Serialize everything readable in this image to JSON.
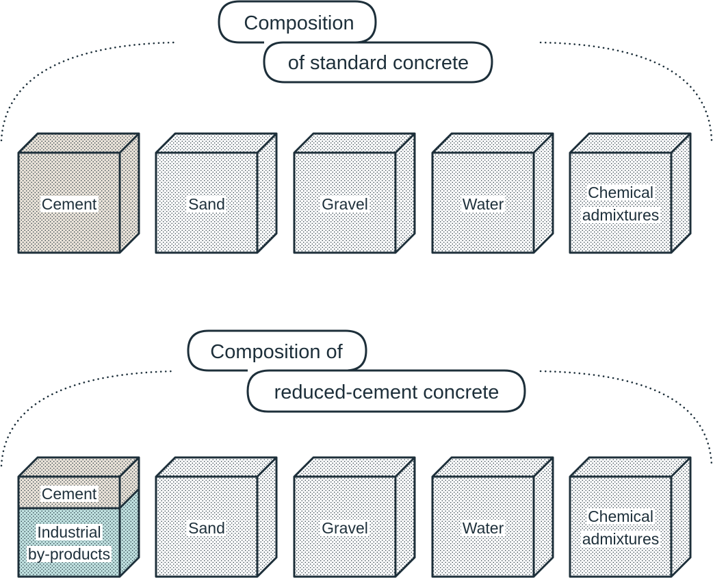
{
  "colors": {
    "ink": "#1d2f3a",
    "cement": "#e9e2d8",
    "industrial_byproducts": "#bfe0df",
    "background": "#ffffff"
  },
  "standard": {
    "title_line1": "Composition",
    "title_line2": "of standard concrete",
    "cubes": [
      {
        "label": "Cement",
        "fill": "cement"
      },
      {
        "label": "Sand",
        "fill": "plain"
      },
      {
        "label": "Gravel",
        "fill": "plain"
      },
      {
        "label": "Water",
        "fill": "plain"
      },
      {
        "label_line1": "Chemical",
        "label_line2": "admixtures",
        "fill": "plain"
      }
    ]
  },
  "reduced": {
    "title_line1": "Composition of",
    "title_line2": "reduced-cement concrete",
    "cubes": [
      {
        "top_label": "Cement",
        "bottom_label_line1": "Industrial",
        "bottom_label_line2": "by-products",
        "fill": "split"
      },
      {
        "label": "Sand",
        "fill": "plain"
      },
      {
        "label": "Gravel",
        "fill": "plain"
      },
      {
        "label": "Water",
        "fill": "plain"
      },
      {
        "label_line1": "Chemical",
        "label_line2": "admixtures",
        "fill": "plain"
      }
    ]
  }
}
